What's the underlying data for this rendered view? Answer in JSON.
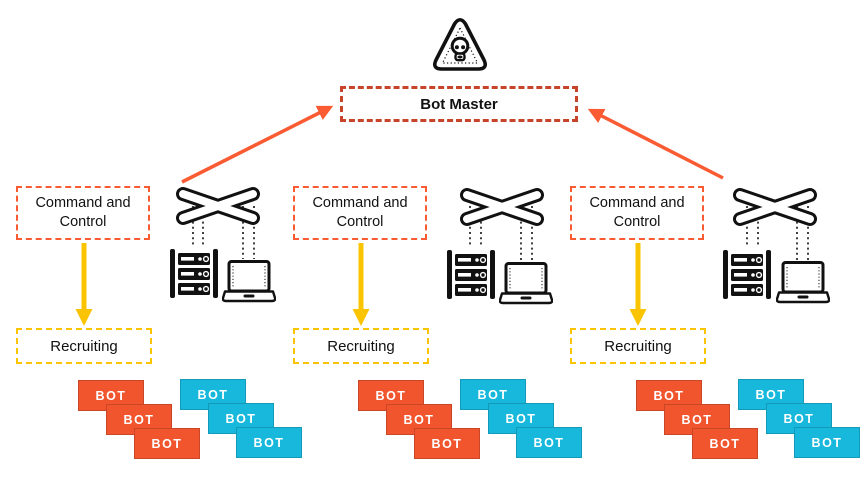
{
  "bot_master": {
    "label": "Bot Master"
  },
  "columns": [
    {
      "command_control_label": "Command and Control",
      "recruiting_label": "Recruiting",
      "bots": {
        "orange": [
          "BOT",
          "BOT",
          "BOT"
        ],
        "cyan": [
          "BOT",
          "BOT",
          "BOT"
        ]
      }
    },
    {
      "command_control_label": "Command and Control",
      "recruiting_label": "Recruiting",
      "bots": {
        "orange": [
          "BOT",
          "BOT",
          "BOT"
        ],
        "cyan": [
          "BOT",
          "BOT",
          "BOT"
        ]
      }
    },
    {
      "command_control_label": "Command and Control",
      "recruiting_label": "Recruiting",
      "bots": {
        "orange": [
          "BOT",
          "BOT",
          "BOT"
        ],
        "cyan": [
          "BOT",
          "BOT",
          "BOT"
        ]
      }
    }
  ],
  "icons": {
    "hazard": "skull-warning-triangle",
    "switch": "network-switch",
    "server": "server-rack",
    "laptop": "laptop"
  },
  "colors": {
    "cc_border": "#fa5b32",
    "master_border": "#c7432a",
    "recruit_border": "#fbc402",
    "arrow_orange": "#fa5b32",
    "arrow_yellow": "#fbc402",
    "bot_orange": "#f0552e",
    "bot_cyan": "#17b8dc",
    "line_black": "#111111"
  }
}
